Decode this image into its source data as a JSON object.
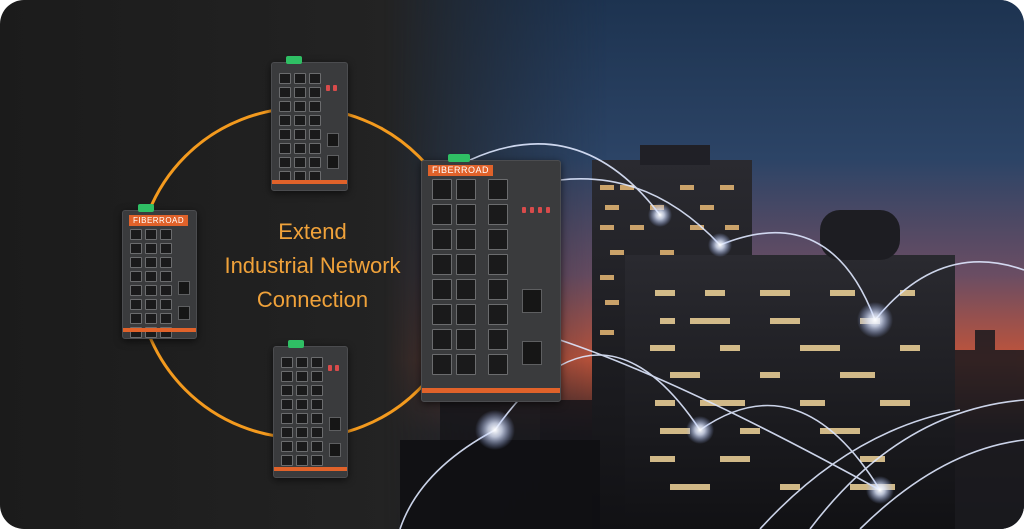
{
  "headline": {
    "line1": "Extend",
    "line2": "Industrial Network",
    "line3": "Connection"
  },
  "brand": {
    "label": "FIBERROAD"
  },
  "colors": {
    "accent_orange": "#f0a23a",
    "ring_orange": "#f39a1e",
    "switch_stripe": "#e0622a",
    "clip_green": "#2fbf64",
    "connection_line": "#dfe8ff"
  }
}
